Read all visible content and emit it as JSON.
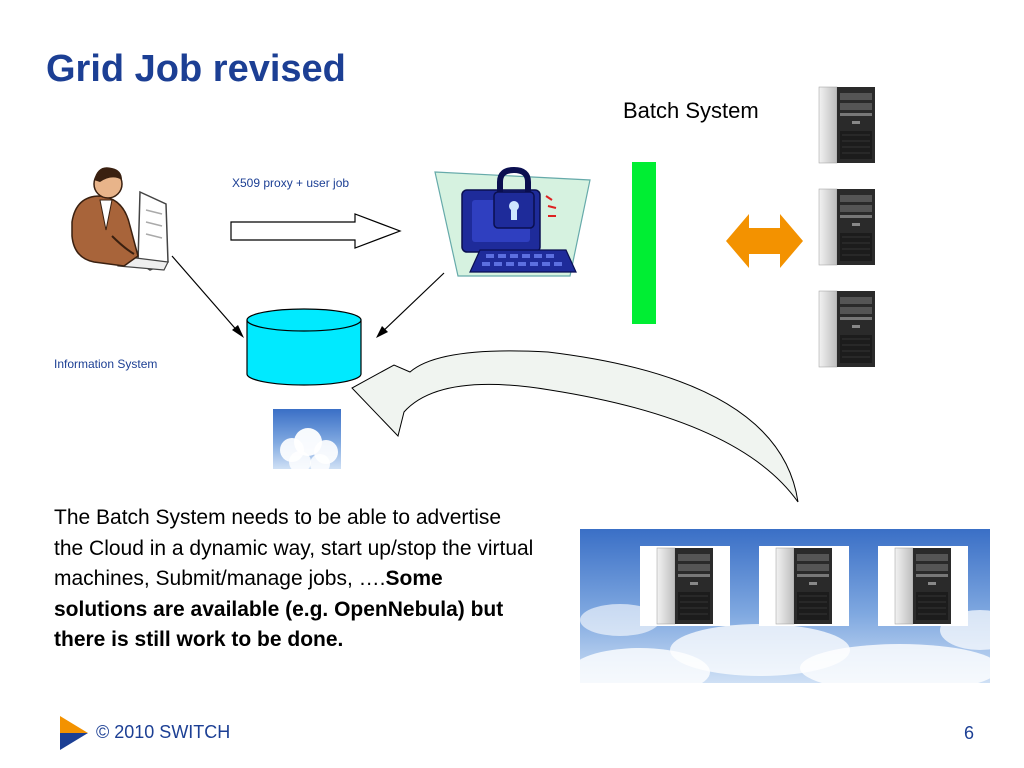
{
  "title": "Grid Job revised",
  "labels": {
    "batch_system": "Batch System",
    "proxy_job": "X509 proxy + user job",
    "information_system": "Information System"
  },
  "body": {
    "normal": "The Batch System needs to be able to advertise the Cloud in a dynamic way, start up/stop the virtual machines, Submit/manage jobs, ….",
    "bold": "Some solutions are available (e.g. OpenNebula) but there is still work to be done."
  },
  "footer": {
    "copyright": "© 2010 SWITCH",
    "page_number": "6"
  },
  "icons": {
    "user": "user-at-computer-icon",
    "secure_computer": "secure-computer-icon",
    "database": "database-icon",
    "server": "server-tower-icon",
    "cloud": "cloud-icon",
    "logo": "switch-logo-icon"
  },
  "colors": {
    "title": "#1c3f94",
    "batch_bar": "#00ee33",
    "bidirectional_arrow": "#f39200",
    "database": "#00eaff",
    "logo_orange": "#f39200",
    "logo_blue": "#1c3f94"
  }
}
